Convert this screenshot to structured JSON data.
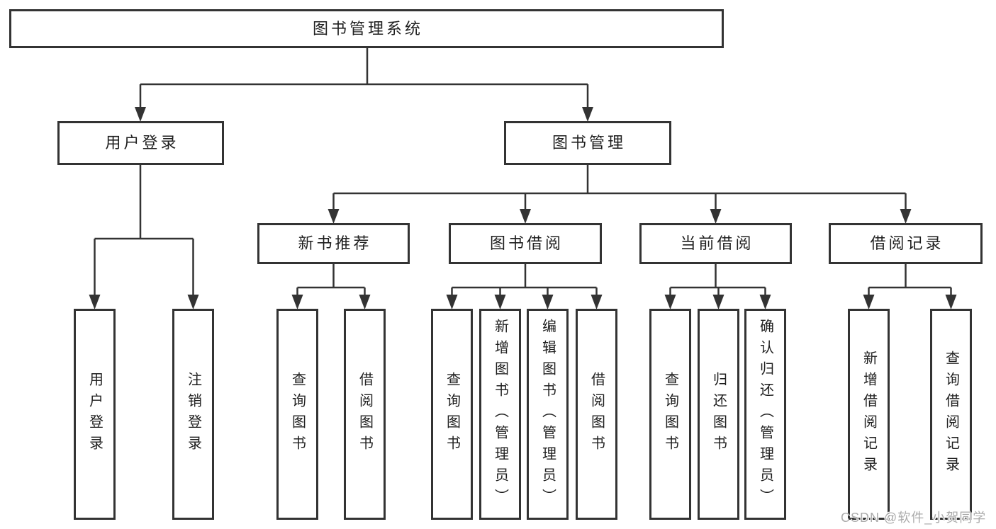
{
  "diagram": {
    "title": "图书管理系统",
    "tree": {
      "root": {
        "label": "图书管理系统"
      },
      "children": [
        {
          "label": "用户登录",
          "children": [
            {
              "label": "用户登录"
            },
            {
              "label": "注销登录"
            }
          ]
        },
        {
          "label": "图书管理",
          "children": [
            {
              "label": "新书推荐",
              "children": [
                {
                  "label": "查询图书"
                },
                {
                  "label": "借阅图书"
                }
              ]
            },
            {
              "label": "图书借阅",
              "children": [
                {
                  "label": "查询图书"
                },
                {
                  "label": "新增图书（管理员）"
                },
                {
                  "label": "编辑图书（管理员）"
                },
                {
                  "label": "借阅图书"
                }
              ]
            },
            {
              "label": "当前借阅",
              "children": [
                {
                  "label": "查询图书"
                },
                {
                  "label": "归还图书"
                },
                {
                  "label": "确认归还（管理员）"
                }
              ]
            },
            {
              "label": "借阅记录",
              "children": [
                {
                  "label": "新增借阅记录"
                },
                {
                  "label": "查询借阅记录"
                }
              ]
            }
          ]
        }
      ]
    }
  },
  "watermark": {
    "text": "CSDN @软件_小贺同学"
  },
  "colors": {
    "line": "#333333",
    "box_border": "#333333",
    "box_background": "#ffffff",
    "text": "#1f1f1f",
    "watermark": "#ababab",
    "background": "#ffffff"
  }
}
